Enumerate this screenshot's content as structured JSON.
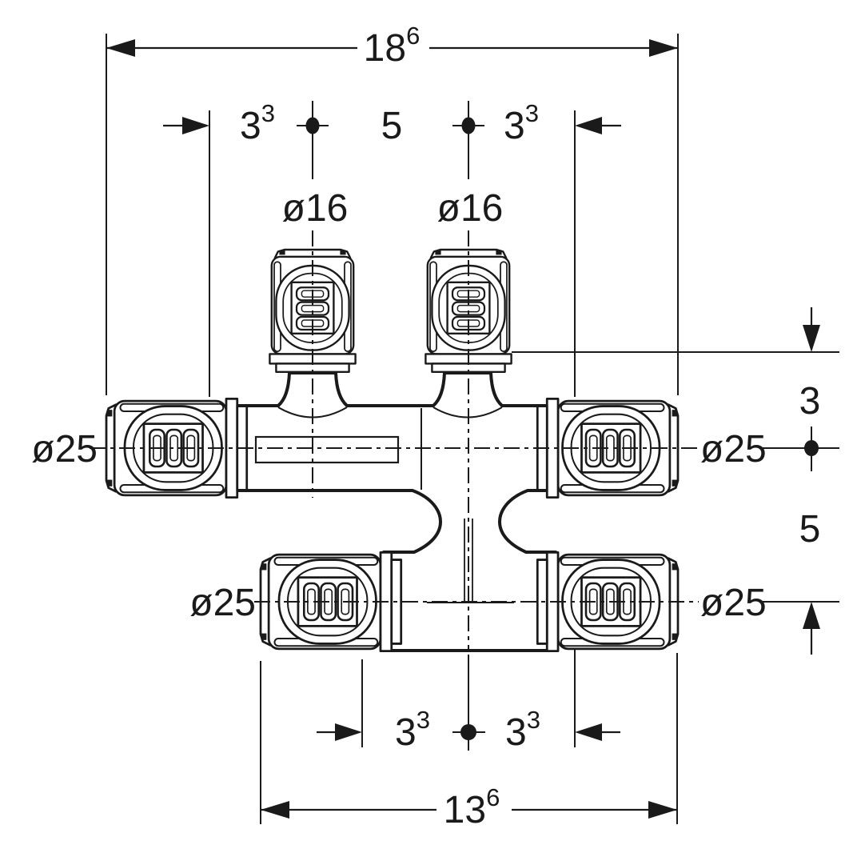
{
  "drawing": {
    "background": "#ffffff",
    "line_color": "#1a1a1a"
  },
  "dimensions": {
    "overall_width": {
      "value": "18",
      "sup": "6"
    },
    "top_offset_left": {
      "value": "3",
      "sup": "3"
    },
    "top_center_spacing": {
      "value": "5"
    },
    "top_offset_right": {
      "value": "3",
      "sup": "3"
    },
    "right_upper_offset": {
      "value": "3"
    },
    "right_lower_spacing": {
      "value": "5"
    },
    "bottom_offset_left": {
      "value": "3",
      "sup": "3"
    },
    "bottom_offset_right": {
      "value": "3",
      "sup": "3"
    },
    "bottom_width": {
      "value": "13",
      "sup": "6"
    }
  },
  "ports": {
    "top_branch_left": "ø16",
    "top_branch_right": "ø16",
    "upper_left": "ø25",
    "upper_right": "ø25",
    "lower_left": "ø25",
    "lower_right": "ø25"
  }
}
